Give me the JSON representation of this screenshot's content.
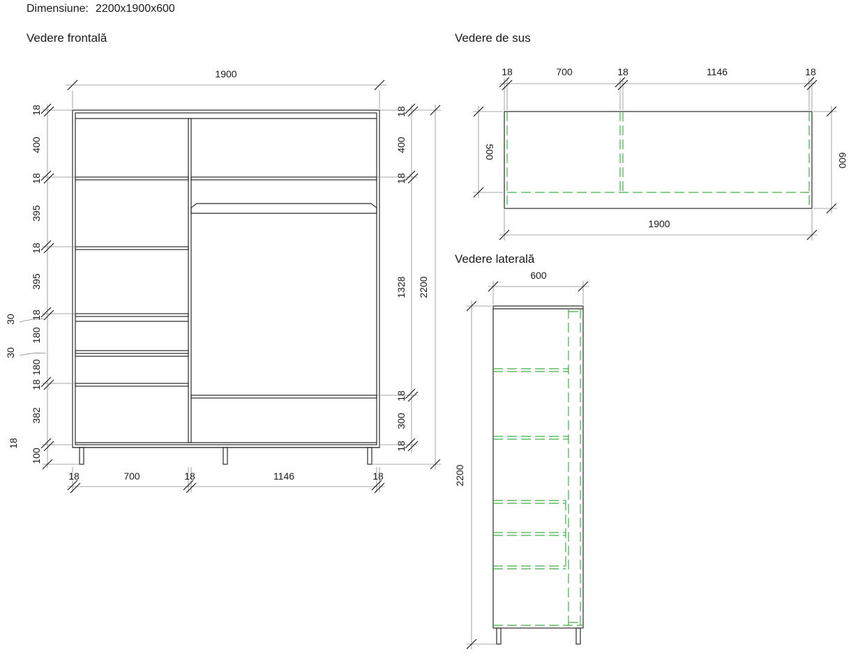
{
  "header": {
    "label": "Dimensiune:",
    "value": "2200x1900x600"
  },
  "views": {
    "front": {
      "title": "Vedere frontală"
    },
    "top": {
      "title": "Vedere de sus"
    },
    "side": {
      "title": "Vedere laterală"
    }
  },
  "dims": {
    "front": {
      "overall_width": "1900",
      "overall_height": "2200",
      "inner_left_column": "1328",
      "left": [
        "18",
        "400",
        "18",
        "395",
        "18",
        "395",
        "18",
        "180",
        "180",
        "18",
        "382",
        "18",
        "100"
      ],
      "left_gaps": [
        "30",
        "30"
      ],
      "right": [
        "18",
        "400",
        "18",
        "18",
        "300",
        "18"
      ],
      "bottom": [
        "18",
        "700",
        "18",
        "1146",
        "18"
      ]
    },
    "top": {
      "top": [
        "18",
        "700",
        "18",
        "1146",
        "18"
      ],
      "left_depth": "500",
      "right_depth": "600",
      "bottom_width": "1900"
    },
    "side": {
      "width": "600",
      "height": "2200"
    }
  }
}
